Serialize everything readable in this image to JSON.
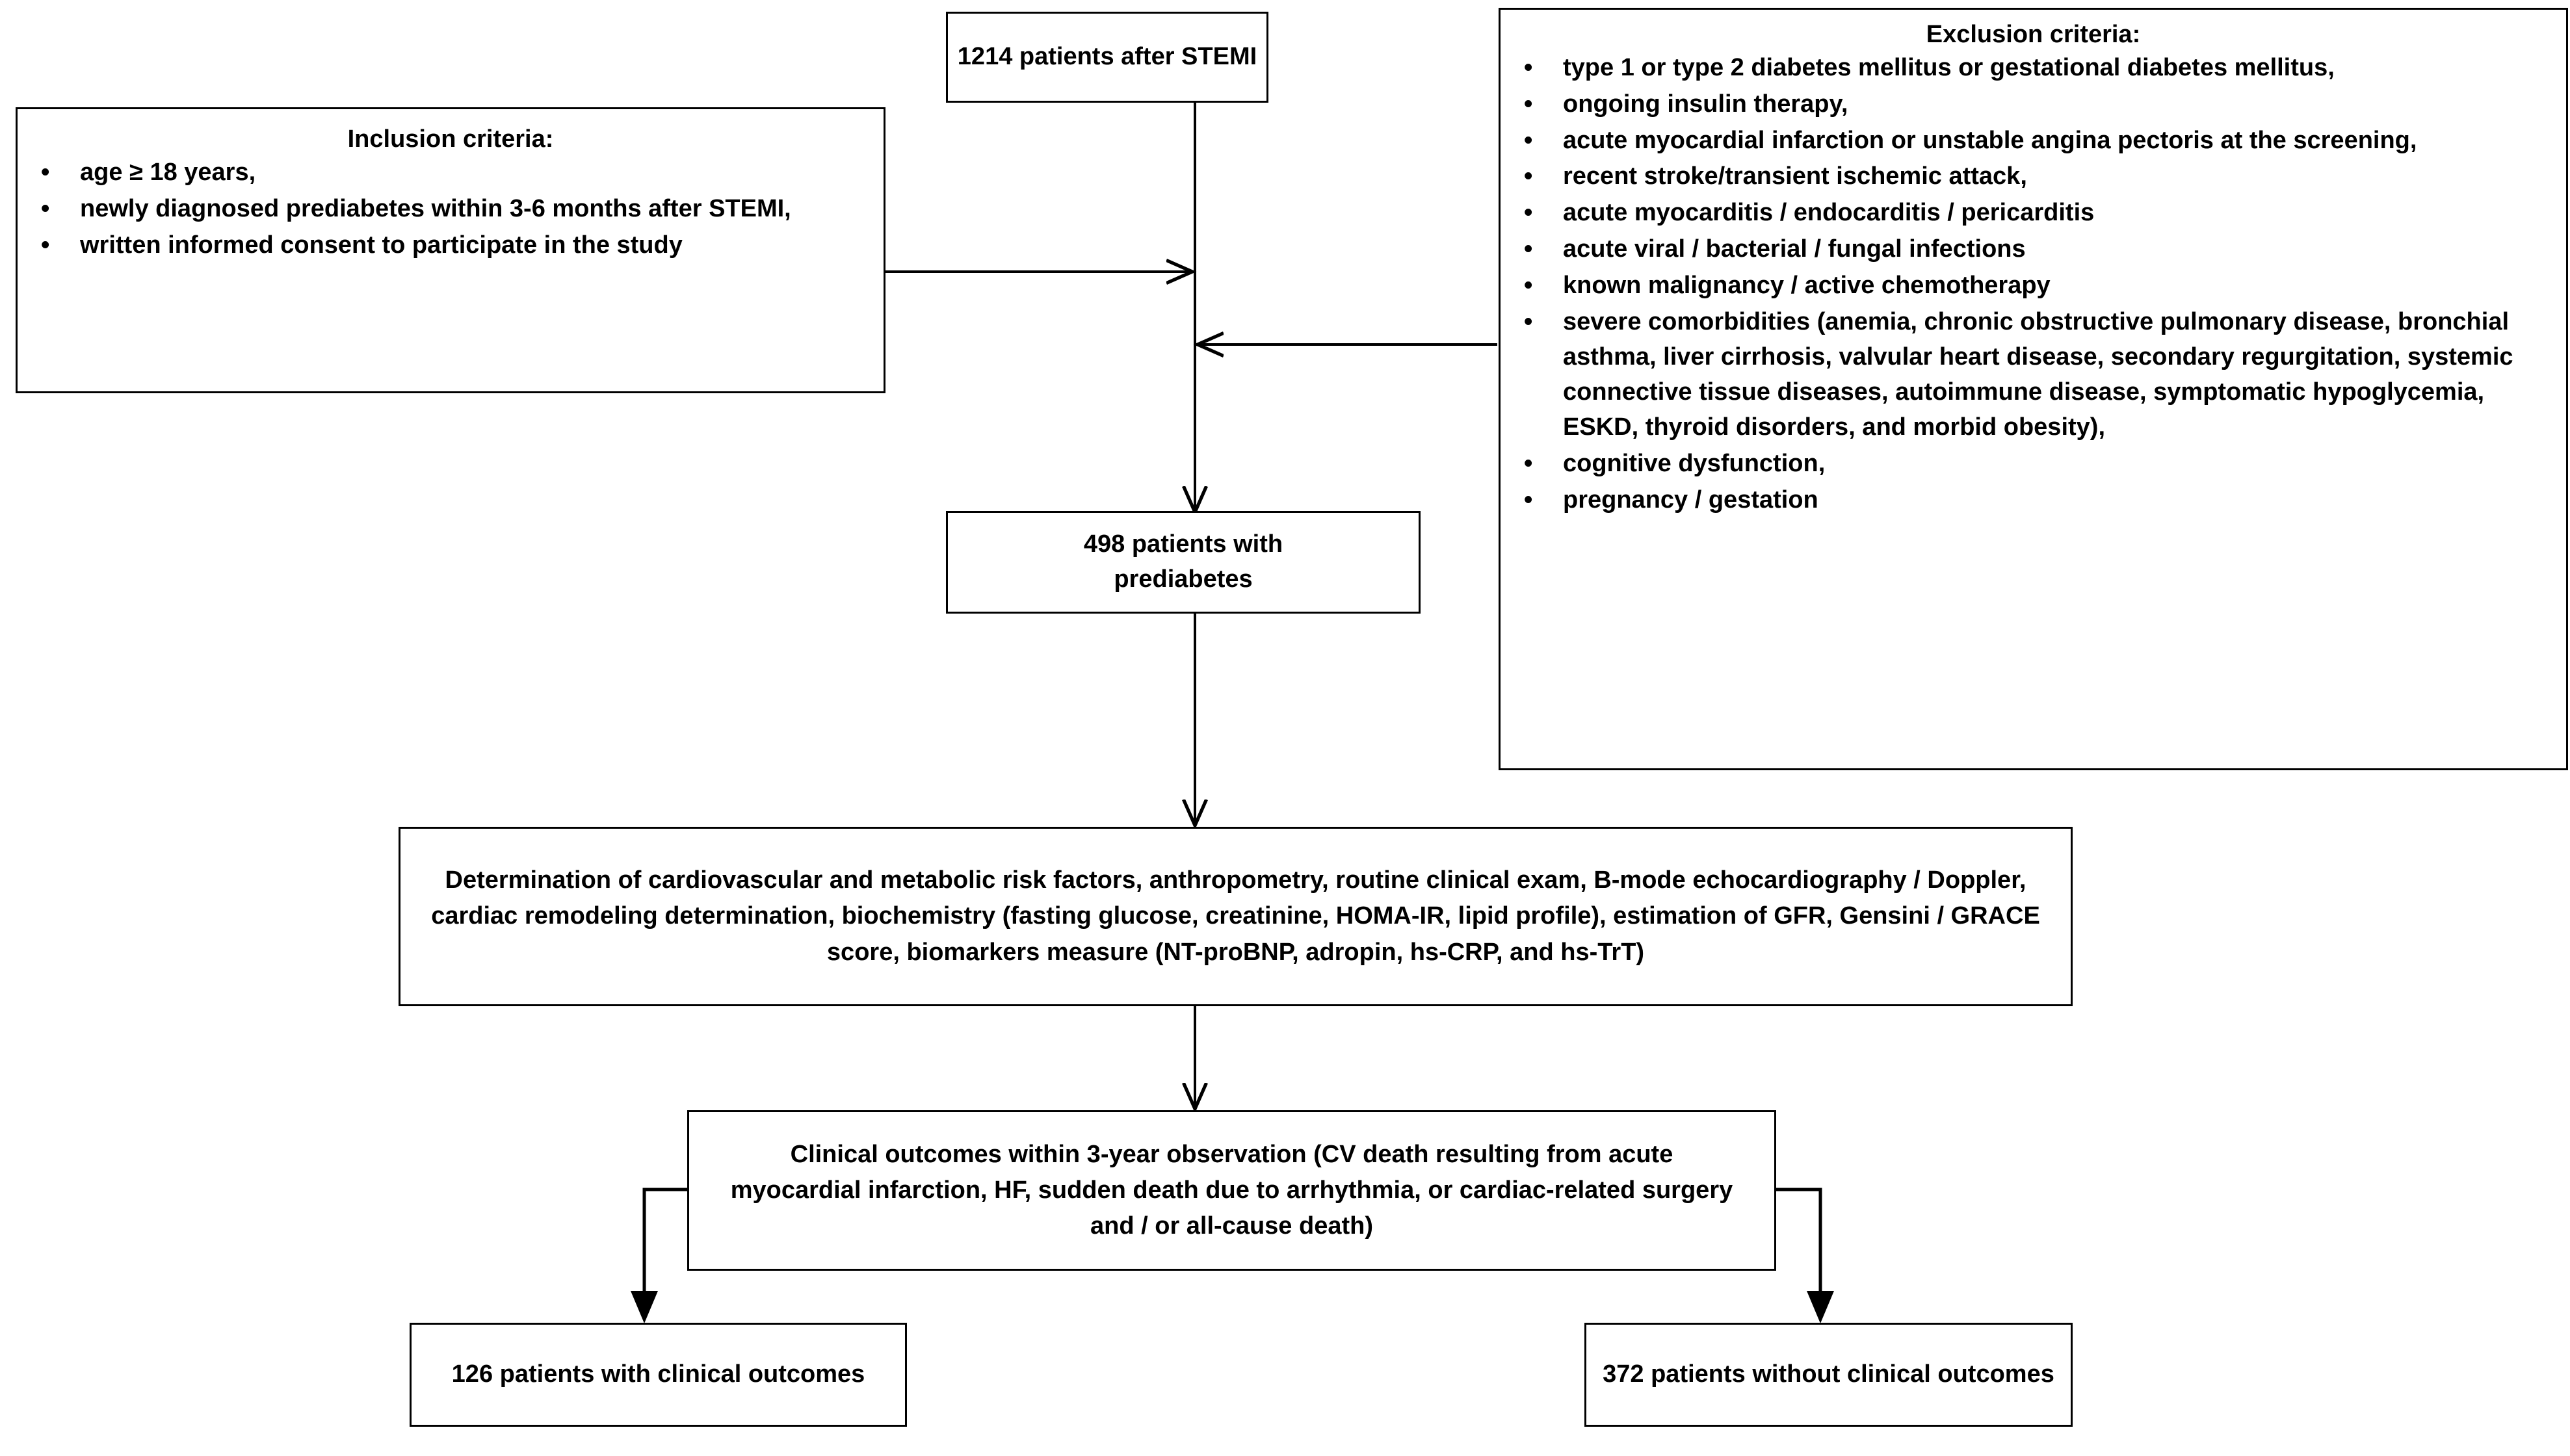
{
  "diagram": {
    "type": "study-flowchart",
    "line_color": "#000000",
    "box_border_color": "#000000",
    "background_color": "#ffffff",
    "text_color": "#000000"
  },
  "inclusion": {
    "title": "Inclusion criteria:",
    "bullet_glyph": "•",
    "items": [
      "age ≥ 18 years,",
      "newly diagnosed prediabetes within 3-6 months after STEMI,",
      "written informed consent to participate in the study"
    ]
  },
  "exclusion": {
    "title": "Exclusion criteria:",
    "bullet_glyph": "•",
    "items": [
      "type 1 or type 2 diabetes mellitus or gestational diabetes mellitus,",
      "ongoing insulin therapy,",
      "acute myocardial infarction or unstable angina pectoris at the screening,",
      "recent stroke/transient ischemic attack,",
      "acute myocarditis / endocarditis / pericarditis",
      "acute viral / bacterial / fungal infections",
      "known malignancy / active chemotherapy",
      "severe comorbidities (anemia, chronic obstructive pulmonary disease, bronchial asthma, liver cirrhosis, valvular heart disease, secondary regurgitation, systemic connective tissue diseases, autoimmune disease, symptomatic hypoglycemia, ESKD, thyroid disorders, and morbid obesity),",
      "cognitive dysfunction,",
      "pregnancy / gestation"
    ]
  },
  "nodes": {
    "cohort": "1214 patients after STEMI",
    "prediabetes": "498 patients with prediabetes",
    "assessment": "Determination of cardiovascular and metabolic risk factors, anthropometry, routine clinical exam, B-mode echocardiography / Doppler, cardiac remodeling determination, biochemistry (fasting glucose, creatinine, HOMA-IR, lipid profile), estimation of GFR, Gensini / GRACE score, biomarkers measure (NT-proBNP, adropin, hs-CRP, and hs-TrT)",
    "outcomes": "Clinical outcomes within 3-year observation (CV death resulting from acute myocardial infarction, HF, sudden death due to arrhythmia, or cardiac-related surgery and / or all-cause death)",
    "with_outcomes": "126 patients with clinical outcomes",
    "without_outcomes": "372 patients without clinical outcomes"
  }
}
